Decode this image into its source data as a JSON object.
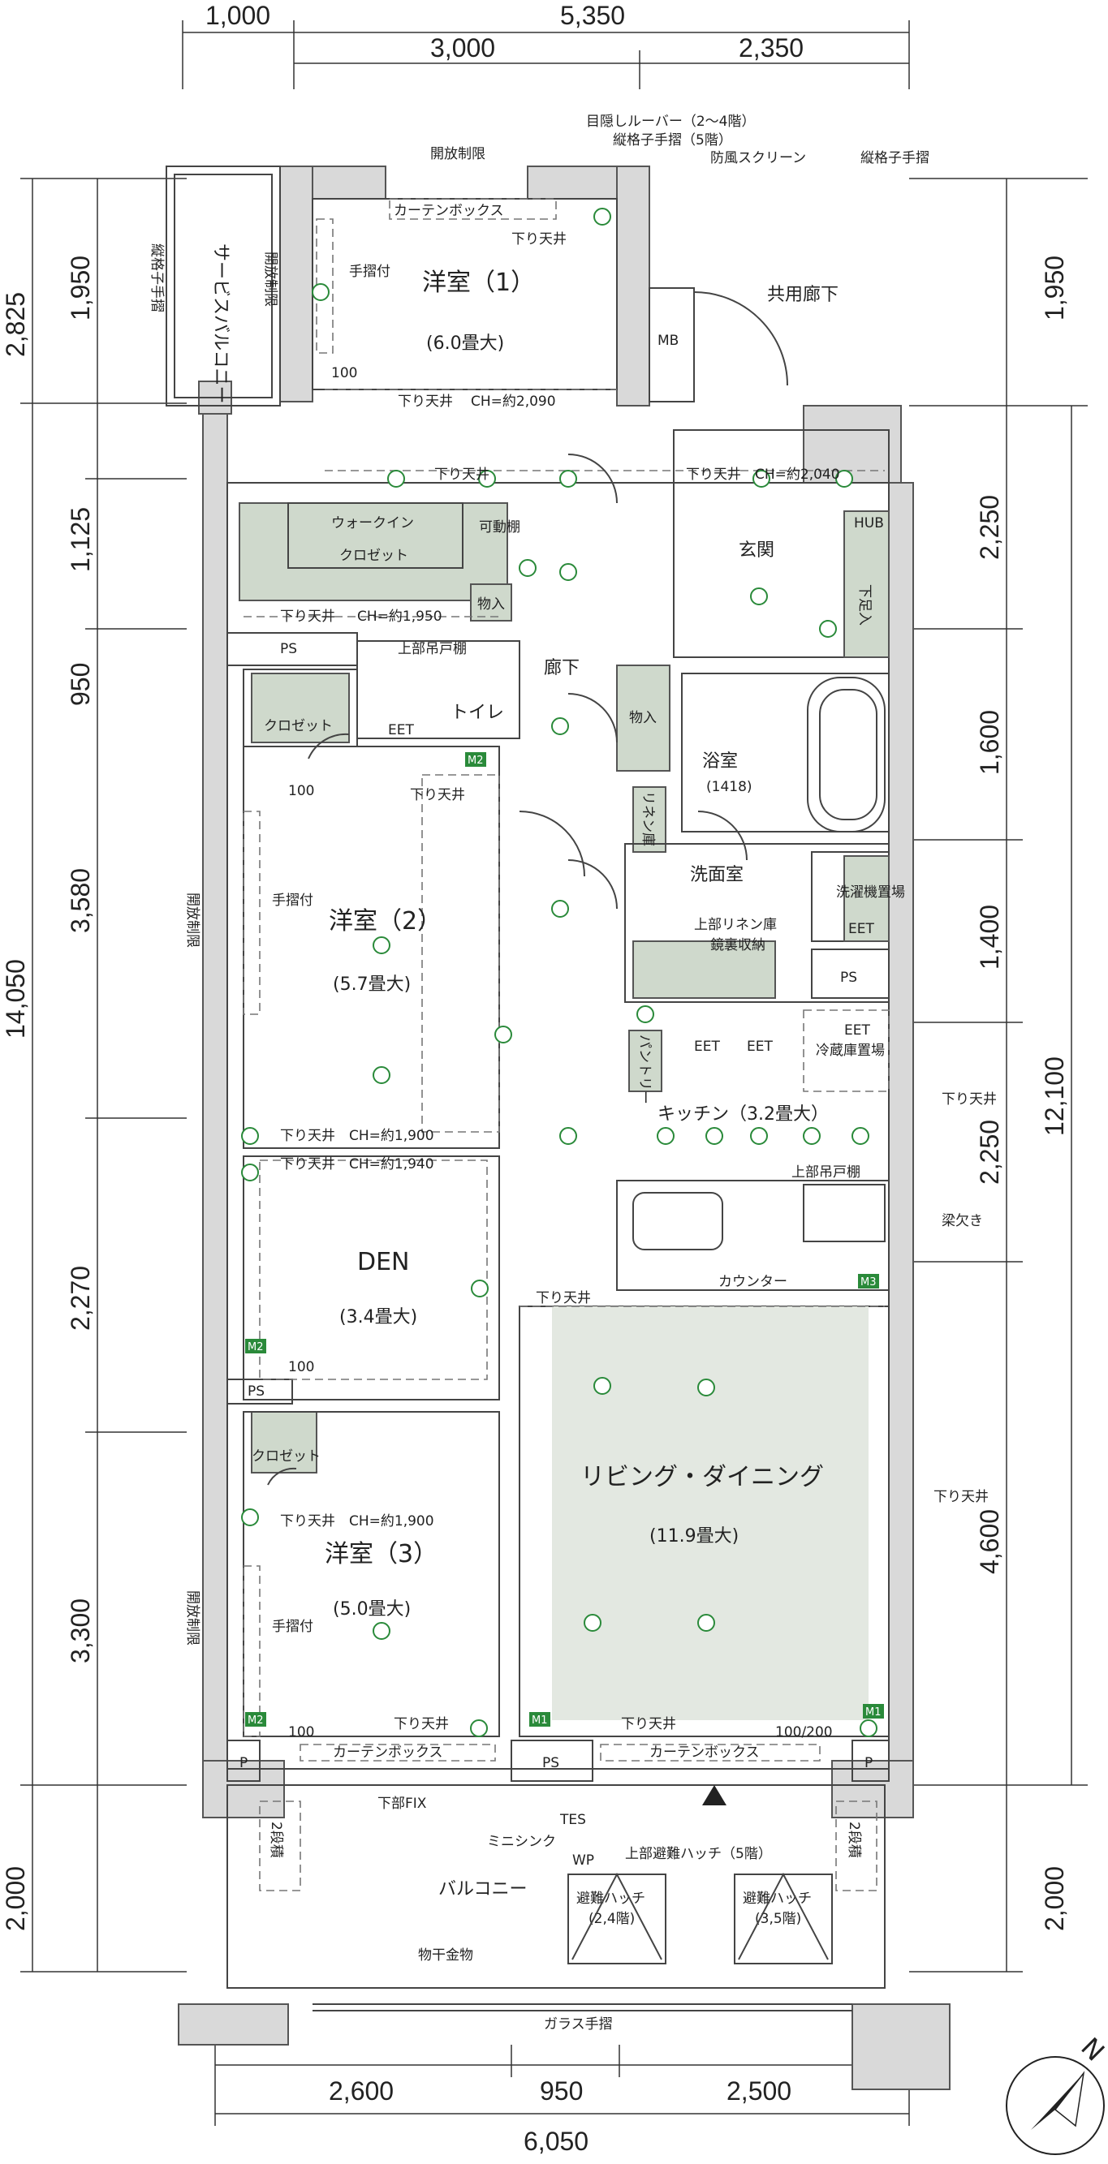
{
  "dimensions": {
    "top_row1": [
      "1,000",
      "5,350"
    ],
    "top_row2": [
      "3,000",
      "2,350"
    ],
    "left_col1": [
      "1,950",
      "1,125",
      "950",
      "3,580",
      "2,270",
      "3,300",
      "2,000"
    ],
    "left_col2": [
      "2,825",
      "14,050"
    ],
    "right_col1": [
      "1,950",
      "2,250",
      "1,600",
      "1,400",
      "2,250",
      "4,600",
      "2,000"
    ],
    "right_total": "12,100",
    "bottom_row1": [
      "2,600",
      "950",
      "2,500"
    ],
    "bottom_total": "6,050"
  },
  "top_notes": {
    "louver": "目隠しルーバー（2〜4階）",
    "lattice5": "縦格子手摺（5階）",
    "windscreen": "防風スクリーン",
    "lattice": "縦格子手摺",
    "open_limit": "開放制限"
  },
  "rooms": {
    "western1": {
      "name": "洋室（1）",
      "size": "(6.0畳大)"
    },
    "western2": {
      "name": "洋室（2）",
      "size": "(5.7畳大)"
    },
    "western3": {
      "name": "洋室（3）",
      "size": "(5.0畳大)"
    },
    "den": {
      "name": "DEN",
      "size": "(3.4畳大)"
    },
    "living": {
      "name": "リビング・ダイニング",
      "size": "(11.9畳大)"
    },
    "kitchen": "キッチン（3.2畳大）",
    "entrance": "玄関",
    "corridor": "廊下",
    "bath": {
      "name": "浴室",
      "size": "(1418)"
    },
    "washroom": "洗面室",
    "toilet": "トイレ",
    "common_corridor": "共用廊下",
    "service_balcony": "サービスバルコニー",
    "balcony": "バルコニー"
  },
  "labels": {
    "curtain_box": "カーテンボックス",
    "lower_ceiling": "下り天井",
    "lower_ceiling_ch1900": "CH=約1,900",
    "lower_ceiling_ch2090": "CH=約2,090",
    "lower_ceiling_ch2040": "CH=約2,040",
    "lower_ceiling_ch1950": "CH=約1,950",
    "lower_ceiling_ch1940": "CH=約1,940",
    "walkin": "ウォークイン",
    "closet": "クロゼット",
    "movable_shelf": "可動棚",
    "storage": "物入",
    "ps": "PS",
    "p": "P",
    "mb": "MB",
    "upper_cabinet": "上部吊戸棚",
    "linen": "リネン庫",
    "upper_linen": "上部リネン庫",
    "mirror_storage": "鏡裏収納",
    "laundry": "洗濯機置場",
    "fridge": "冷蔵庫置場",
    "pantry": "パントリー",
    "counter": "カウンター",
    "beam": "梁欠き",
    "shoe_box": "下足入",
    "handrail": "手摺付",
    "open_limit": "開放制限",
    "lattice_handrail": "縦格子手摺",
    "lower_fix": "下部FIX",
    "mini_sink": "ミニシンク",
    "escape_hatch_upper": "上部避難ハッチ（5階）",
    "escape_hatch_24": "避難ハッチ",
    "escape_hatch_24_floor": "(2,4階)",
    "escape_hatch_35": "避難ハッチ",
    "escape_hatch_35_floor": "(3,5階)",
    "two_stack": "2段積",
    "drying_rack": "物干金物",
    "glass_handrail": "ガラス手摺",
    "tes": "TES",
    "wp": "WP",
    "hub": "HUB",
    "tv_100": "100",
    "tv_100_200": "100/200",
    "eet": "EET",
    "m1": "M1",
    "m2": "M2",
    "m3": "M3"
  },
  "compass": "N"
}
